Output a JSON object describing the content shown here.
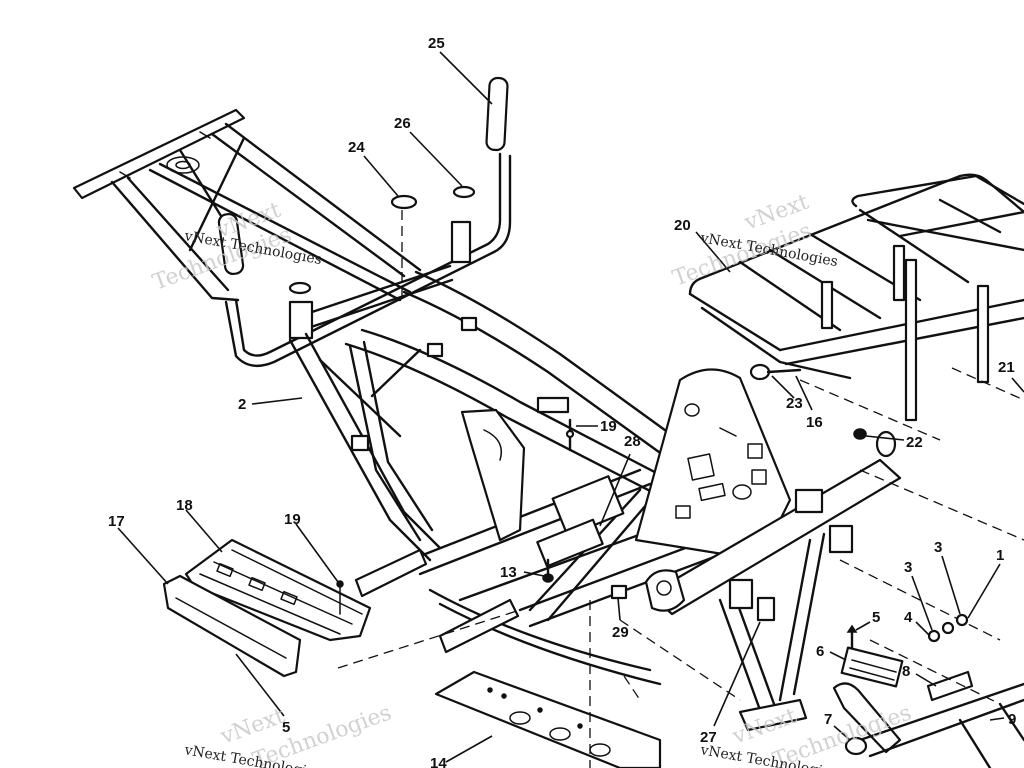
{
  "callouts": [
    {
      "id": "25",
      "label": "25"
    },
    {
      "id": "26",
      "label": "26"
    },
    {
      "id": "24",
      "label": "24"
    },
    {
      "id": "20",
      "label": "20"
    },
    {
      "id": "2",
      "label": "2"
    },
    {
      "id": "19a",
      "label": "19"
    },
    {
      "id": "28",
      "label": "28"
    },
    {
      "id": "23",
      "label": "23"
    },
    {
      "id": "16",
      "label": "16"
    },
    {
      "id": "22",
      "label": "22"
    },
    {
      "id": "21",
      "label": "21"
    },
    {
      "id": "17",
      "label": "17"
    },
    {
      "id": "18",
      "label": "18"
    },
    {
      "id": "19b",
      "label": "19"
    },
    {
      "id": "13",
      "label": "13"
    },
    {
      "id": "29",
      "label": "29"
    },
    {
      "id": "3a",
      "label": "3"
    },
    {
      "id": "3b",
      "label": "3"
    },
    {
      "id": "1",
      "label": "1"
    },
    {
      "id": "4",
      "label": "4"
    },
    {
      "id": "5a",
      "label": "5"
    },
    {
      "id": "6",
      "label": "6"
    },
    {
      "id": "8",
      "label": "8"
    },
    {
      "id": "27",
      "label": "27"
    },
    {
      "id": "7",
      "label": "7"
    },
    {
      "id": "9",
      "label": "9"
    },
    {
      "id": "5b",
      "label": "5"
    },
    {
      "id": "14",
      "label": "14"
    }
  ],
  "watermark": {
    "line1": "vNext",
    "line2": "Technologies",
    "full": "vNext Technologies"
  },
  "colors": {
    "ink": "#111111",
    "watermark": "#c9c9c9",
    "background": "#ffffff"
  }
}
